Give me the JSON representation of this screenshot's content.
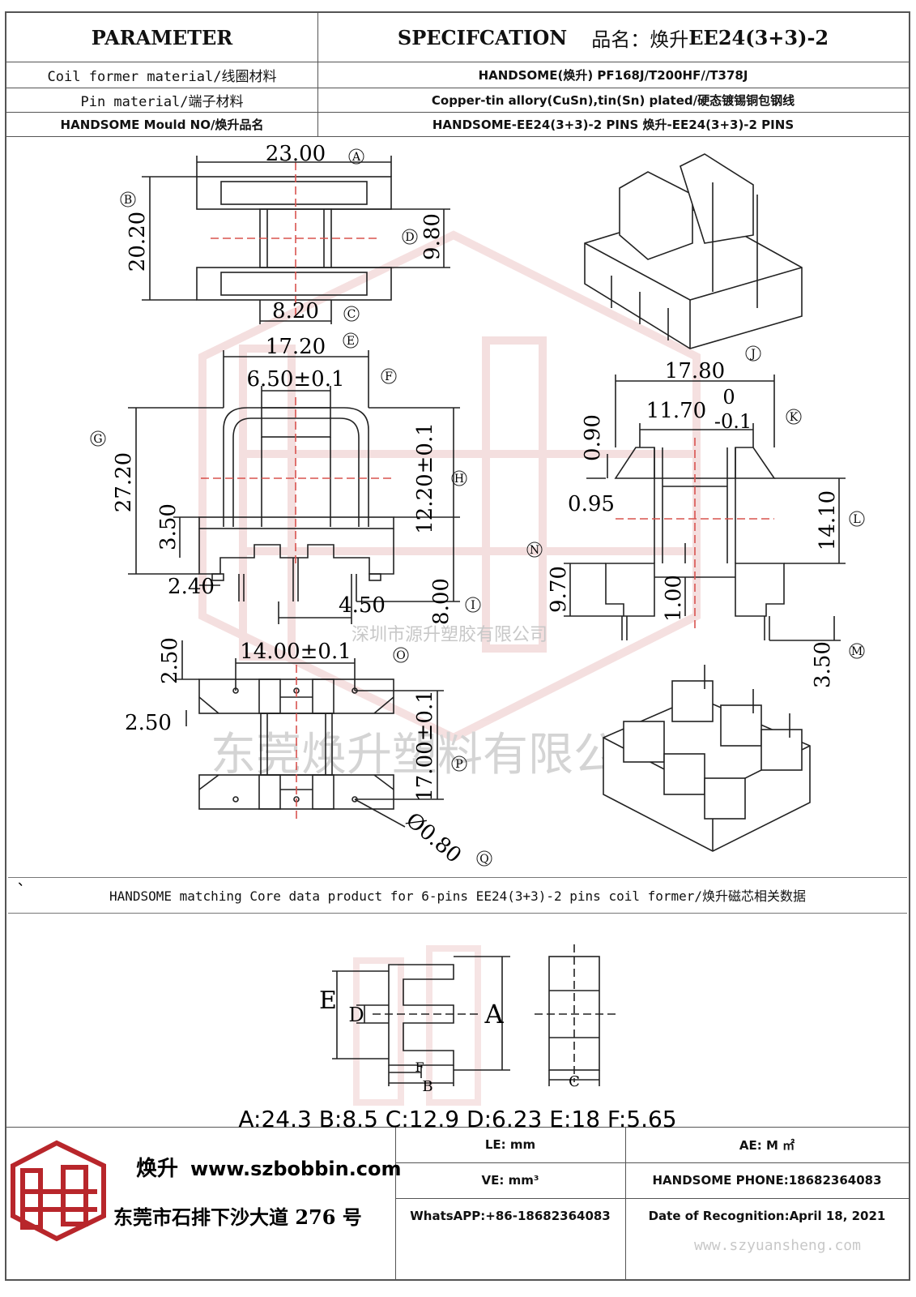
{
  "header": {
    "parameter": "PARAMETER",
    "specification": "SPECIFCATION",
    "product_name_label": "品名：焕升 ",
    "product_name_model": "EE24(3+3)-2"
  },
  "spec_rows": [
    {
      "label": "Coil former material/线圈材料",
      "value": "HANDSOME(焕升)   PF168J/T200HF//T378J"
    },
    {
      "label": "Pin material/端子材料",
      "value": "Copper-tin allory(CuSn),tin(Sn) plated/硬态镀锡铜包钢线"
    },
    {
      "label": "HANDSOME Mould NO/焕升品名",
      "value": "HANDSOME-EE24(3+3)-2 PINS   焕升-EE24(3+3)-2 PINS"
    }
  ],
  "drawing": {
    "dims": {
      "a": "23.00",
      "b": "20.20",
      "c": "8.20",
      "d": "9.80",
      "e": "17.20",
      "f": "6.50±0.1",
      "g": "27.20",
      "h": "12.20±0.1",
      "i": "8.00",
      "j": "17.80",
      "k_main": "11.70",
      "k_upper": "0",
      "k_lower": "-0.1",
      "l": "14.10",
      "m": "3.50",
      "o": "14.00±0.1",
      "p": "17.00±0.1",
      "q": "Ø0.80",
      "top_090": "0.90",
      "side_095": "0.95",
      "side_970": "9.70",
      "side_100": "1.00",
      "front_350": "3.50",
      "front_240": "2.40",
      "front_450": "4.50",
      "bottom_250a": "2.50",
      "bottom_250b": "2.50"
    },
    "markers": [
      "A",
      "B",
      "C",
      "D",
      "E",
      "F",
      "G",
      "H",
      "I",
      "J",
      "K",
      "L",
      "M",
      "N",
      "O",
      "P",
      "Q"
    ],
    "watermark_small": "深圳市源升塑胶有限公司",
    "watermark_large": "东莞焕升塑料有限公司",
    "tick_mark": "、"
  },
  "core_section": {
    "title": "HANDSOME matching Core data  product for 6-pins EE24(3+3)-2 pins coil former/焕升磁芯相关数据",
    "labels": {
      "a": "A",
      "b": "B",
      "c": "C",
      "d": "D",
      "e": "E",
      "f": "F"
    },
    "values": "A:24.3 B:8.5 C:12.9 D:6.23 E:18 F:5.65"
  },
  "footer": {
    "brand": "焕升",
    "website": "www.szbobbin.com",
    "address": "东莞市石排下沙大道 276 号",
    "le": "LE: mm",
    "ae": "AE: M ㎡",
    "ve": "VE:   mm³",
    "phone": "HANDSOME PHONE:18682364083",
    "whatsapp": "WhatsAPP:+86-18682364083",
    "date": "Date of Recognition:April 18, 2021",
    "watermark_url": "www.szyuansheng.com"
  },
  "colors": {
    "line": "#222222",
    "accent_red": "#d9534f",
    "watermark_gray": "#c8c8c8",
    "logo_red": "#b8262b"
  }
}
